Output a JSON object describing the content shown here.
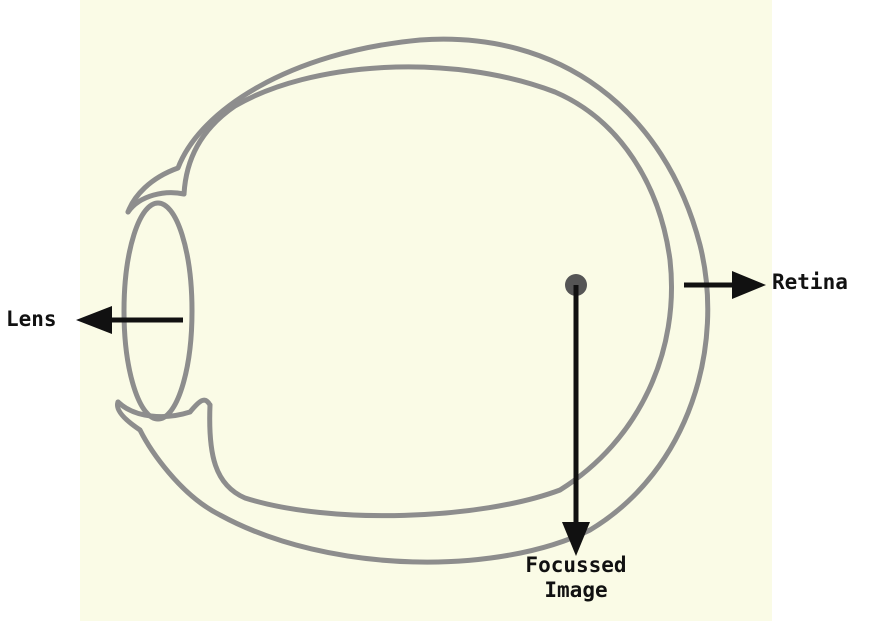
{
  "colors": {
    "paper": "#fafbe6",
    "outline": "#8d8d8d",
    "arrow": "#111111",
    "spot": "#555555"
  },
  "labels": {
    "lens": "Lens",
    "retina": "Retina",
    "focussed_image_line1": "Focussed",
    "focussed_image_line2": "Image"
  }
}
